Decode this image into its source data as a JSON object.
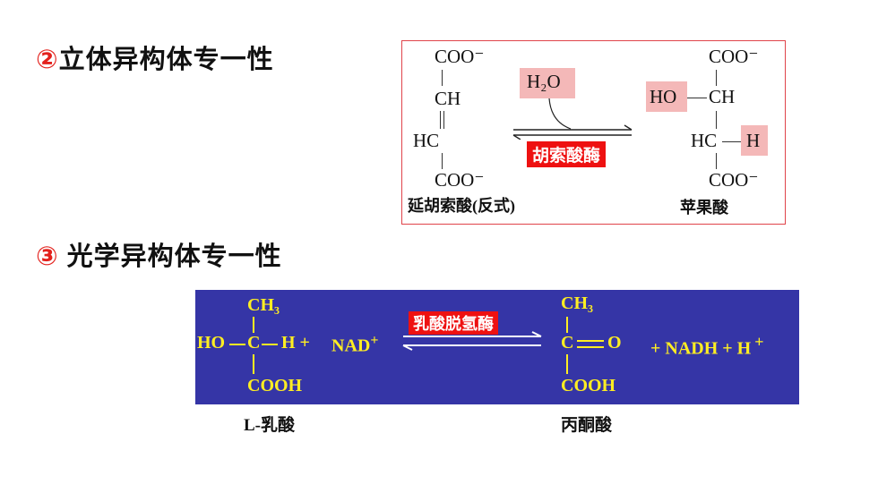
{
  "section2": {
    "num": "②",
    "title": "立体异构体专一性"
  },
  "section3": {
    "num": "③",
    "title": "光学异构体专一性"
  },
  "fumarase": {
    "left": {
      "top": "COO⁻",
      "c2": "CH",
      "c3": "HC",
      "bottom": "COO⁻",
      "caption": "延胡索酸(反式)"
    },
    "water": "H₂O",
    "enzyme": "胡索酸酶",
    "right": {
      "top": "COO⁻",
      "ho": "HO",
      "c2": "CH",
      "c3": "HC",
      "h": "H",
      "bottom": "COO⁻",
      "caption": "苹果酸"
    }
  },
  "ldh": {
    "ch3": "CH₃",
    "ho": "HO",
    "c": "C",
    "h": "H +",
    "nad": "NAD",
    "nad_sup": "+",
    "cooh": "COOH",
    "enzyme": "乳酸脱氢酶",
    "p_ch3": "CH₃",
    "p_c": "C",
    "p_o": "O",
    "p_cooh": "COOH",
    "plus_nadh": "+ NADH + H",
    "h_sup": "+",
    "caption_left": "L-乳酸",
    "caption_right": "丙酮酸"
  }
}
